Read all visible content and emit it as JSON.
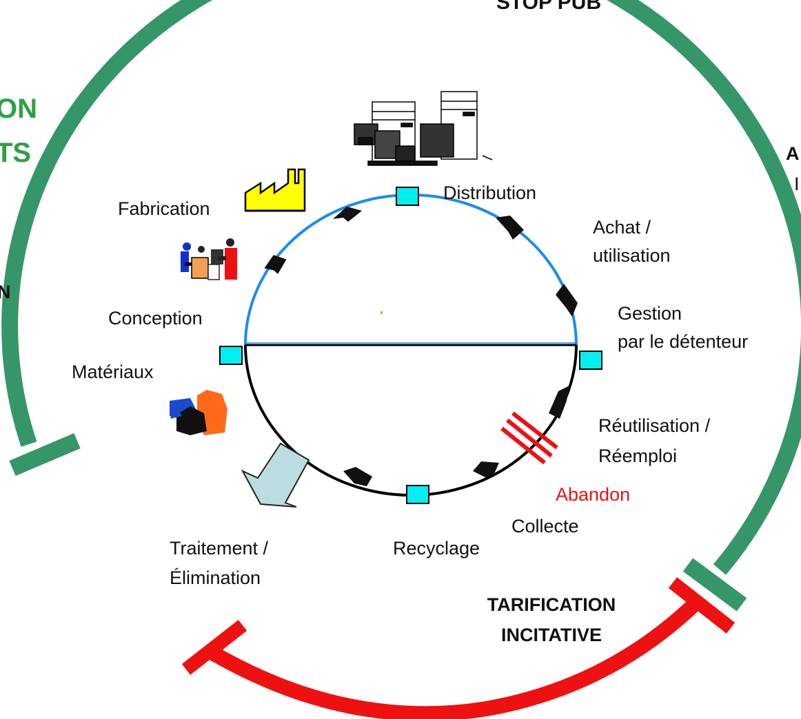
{
  "top_label": "STOP PUB",
  "left_green_labels": [
    "ON",
    "TS"
  ],
  "left_dark_label": "N",
  "right_clipped_labels": [
    "A",
    "I"
  ],
  "stages": {
    "distribution": "Distribution",
    "achat": [
      "Achat /",
      "utilisation"
    ],
    "gestion": [
      "Gestion",
      "par le détenteur"
    ],
    "reutilisation": [
      "Réutilisation /",
      "Réemploi"
    ],
    "abandon": "Abandon",
    "collecte": "Collecte",
    "recyclage": "Recyclage",
    "traitement": [
      "Traitement /",
      "Élimination"
    ],
    "materiaux": "Matériaux",
    "conception": "Conception",
    "fabrication": "Fabrication"
  },
  "bottom_label": [
    "TARIFICATION",
    "INCITATIVE"
  ],
  "colors": {
    "outer_arc_green": "#35966a",
    "bottom_arc_red": "#ee1111",
    "upper_cycle_blue": "#1a8cf0",
    "lower_cycle_black": "#000000",
    "node_fill_cyan": "#00f0f0",
    "abandon_red": "#ee1111",
    "arrow_fill_lightblue": "#bcdde0",
    "factory_yellow": "#ffff00"
  },
  "icons": [
    "computers-icon",
    "factory-icon",
    "workers-icon",
    "material-bags-icon",
    "treatment-arrow-icon",
    "abandon-hatch-icon"
  ]
}
